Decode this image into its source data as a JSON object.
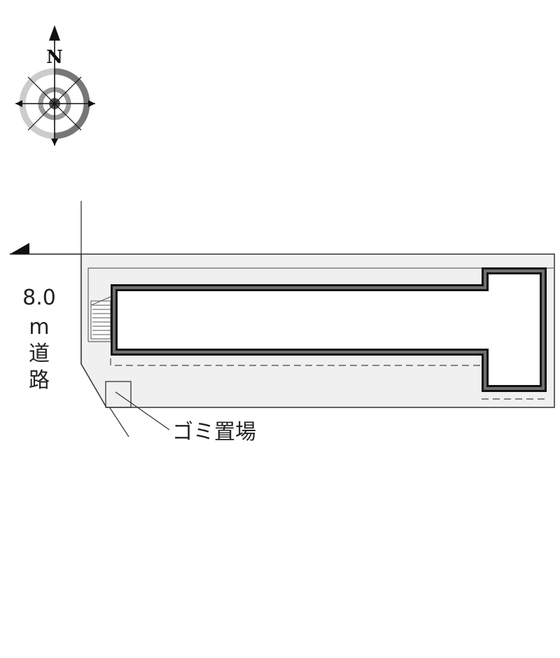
{
  "compass": {
    "north_label": "N",
    "icon": "compass-rose-icon"
  },
  "road": {
    "width_value": "8.0",
    "width_unit": "m",
    "name_chars": [
      "道",
      "路"
    ]
  },
  "callouts": {
    "garbage_area": "ゴミ置場"
  },
  "colors": {
    "lot_fill": "#f0f0f0",
    "wall": "#707070",
    "outline": "#222222",
    "white": "#ffffff"
  }
}
